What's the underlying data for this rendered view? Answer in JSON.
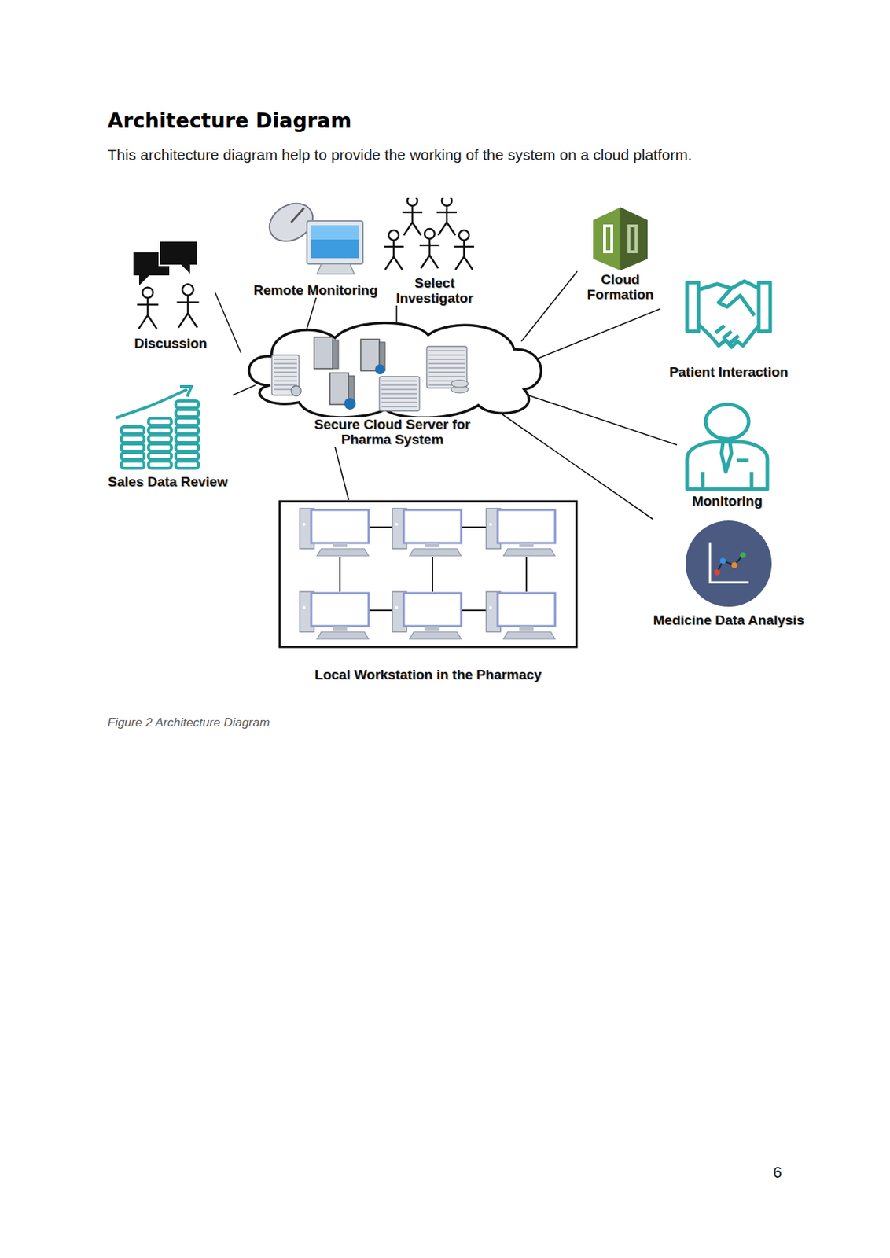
{
  "diagram": {
    "title": "Architecture Diagram",
    "caption": "Figure 2 Architecture Diagram",
    "nodes": [
      {
        "text": [
          "Discussion"
        ]
      },
      {
        "text": [
          "Remote Monitoring"
        ]
      },
      {
        "text": [
          "Select Investigator"
        ]
      },
      {
        "text": [
          "Cloud Formation"
        ]
      },
      {
        "text": [
          "Patient Interaction"
        ]
      },
      {
        "text": [
          "Secure Cloud Server for Pharma System"
        ]
      },
      {
        "text": [
          "Sales Data Review"
        ]
      },
      {
        "text": [
          "Monitoring"
        ]
      },
      {
        "text": [
          "Medicine Data Analysis"
        ]
      },
      {
        "text": [
          "Local Workstation in the Pharmacy"
        ]
      }
    ],
    "edges": [
      {
        "from": 5,
        "to": 0,
        "arrow": "none"
      },
      {
        "from": 5,
        "to": 1,
        "arrow": "none"
      },
      {
        "from": 5,
        "to": 2,
        "arrow": "none"
      },
      {
        "from": 5,
        "to": 3,
        "arrow": "none"
      },
      {
        "from": 5,
        "to": 4,
        "arrow": "none"
      },
      {
        "from": 5,
        "to": 6,
        "arrow": "none"
      },
      {
        "from": 5,
        "to": 7,
        "arrow": "none"
      },
      {
        "from": 5,
        "to": 8,
        "arrow": "none"
      },
      {
        "from": 5,
        "to": 9,
        "arrow": "none"
      }
    ],
    "labels": [
      "This architecture diagram help to provide the working of the system on a cloud platform.",
      "6"
    ]
  }
}
